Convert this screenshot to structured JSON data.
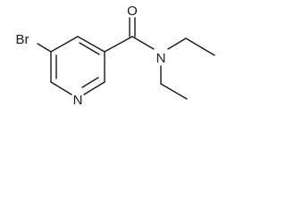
{
  "molecule": {
    "atom_labels": {
      "bromine": "Br",
      "carbonyl_oxygen": "O",
      "amide_nitrogen": "N",
      "ring_nitrogen": "N"
    },
    "colors": {
      "bond": "#1a1a1a",
      "text": "#1a1a1a",
      "background": "#ffffff"
    }
  }
}
